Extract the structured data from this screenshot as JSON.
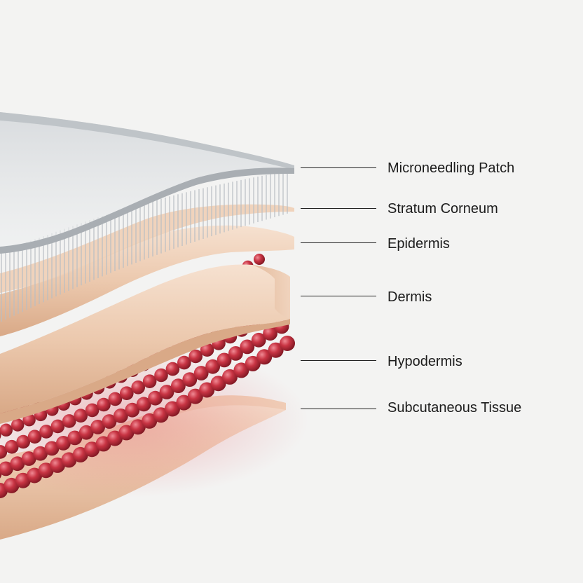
{
  "layers": [
    {
      "id": "microneedling-patch",
      "label": "Microneedling Patch"
    },
    {
      "id": "stratum-corneum",
      "label": "Stratum Corneum"
    },
    {
      "id": "epidermis",
      "label": "Epidermis"
    },
    {
      "id": "dermis",
      "label": "Dermis"
    },
    {
      "id": "hypodermis",
      "label": "Hypodermis"
    },
    {
      "id": "subcutaneous-tissue",
      "label": "Subcutaneous Tissue"
    }
  ],
  "colors": {
    "background": "#f3f3f2",
    "patch": "#c9ced2",
    "skin_light": "#f1d9c6",
    "skin_mid": "#e8c1a3",
    "skin_dark": "#d9a987",
    "fat_cells": "#c2323f"
  }
}
